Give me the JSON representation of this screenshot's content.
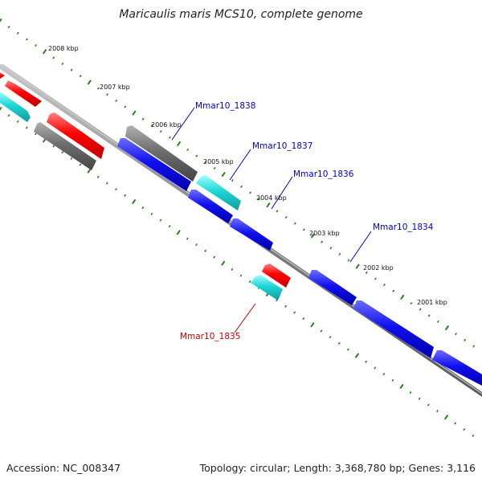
{
  "title": "Maricaulis maris MCS10, complete genome",
  "footer": {
    "accession": "Accession: NC_008347",
    "summary": "Topology: circular; Length: 3,368,780 bp; Genes: 3,116"
  },
  "colors": {
    "backbone": "#8a8a8a",
    "tick": "#2a7f1e",
    "gene_blue": "#0a0ae0",
    "gene_red": "#ff0000",
    "gene_cyan": "#20c8c8",
    "gene_gray": "#6a6a6a",
    "label_blue": "#0000cc",
    "label_red": "#cc0000"
  },
  "ticks": [
    "2008 kbp",
    "2007 kbp",
    "2006 kbp",
    "2005 kbp",
    "2004 kbp",
    "2003 kbp",
    "2002 kbp",
    "2001 kbp"
  ],
  "gene_labels": [
    {
      "name": "Mmar10_1838",
      "color": "blue"
    },
    {
      "name": "Mmar10_1837",
      "color": "blue"
    },
    {
      "name": "Mmar10_1836",
      "color": "blue"
    },
    {
      "name": "Mmar10_1834",
      "color": "blue"
    },
    {
      "name": "Mmar10_1835",
      "color": "red"
    }
  ]
}
